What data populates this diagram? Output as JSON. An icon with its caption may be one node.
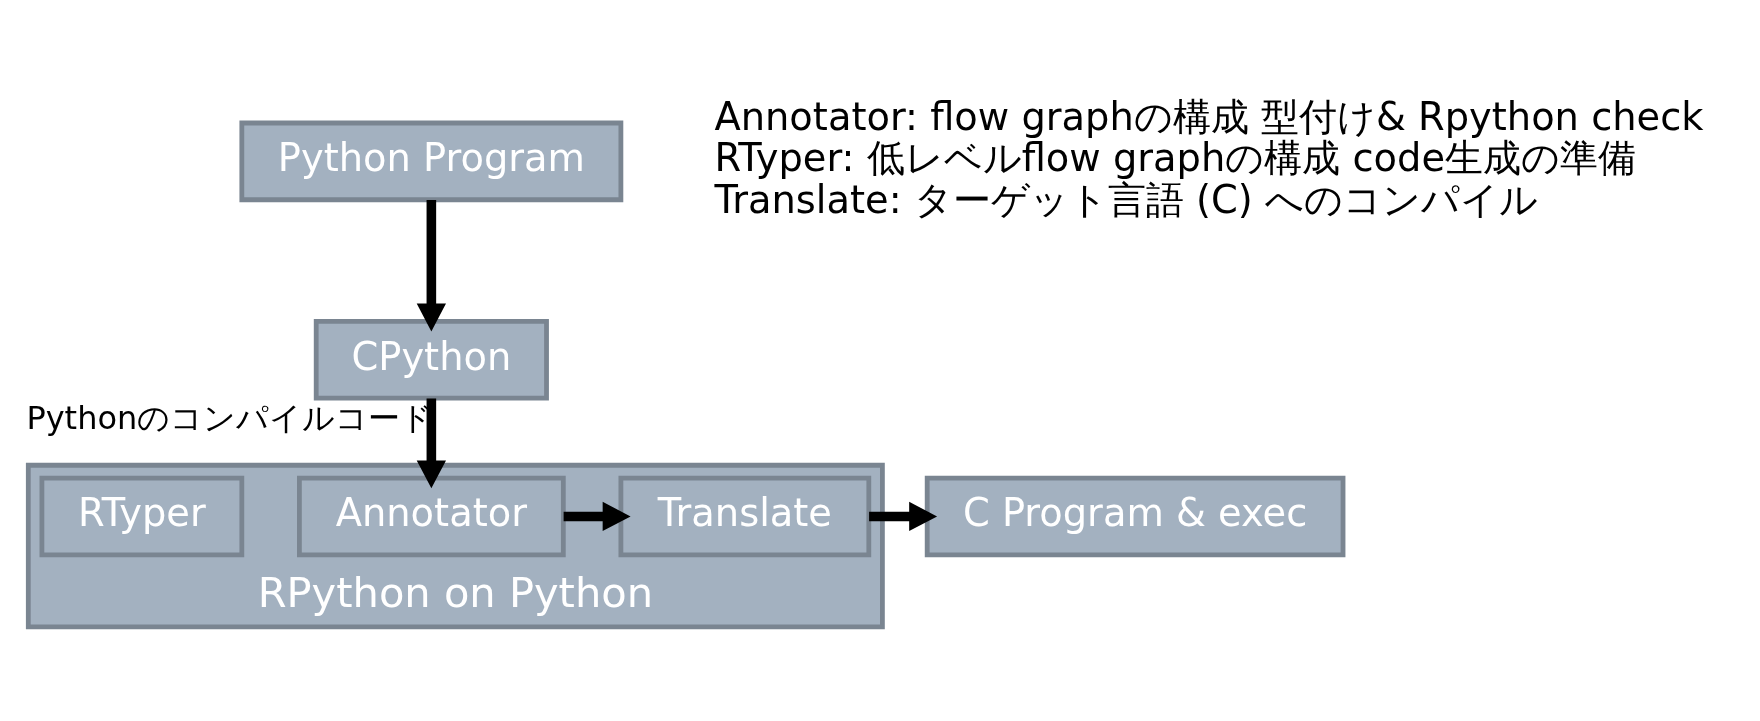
{
  "diagram": {
    "nodes": [
      {
        "text": [
          "Python Program"
        ]
      },
      {
        "text": [
          "CPython"
        ]
      },
      {
        "text": [
          "RPython on Python"
        ]
      },
      {
        "text": [
          "Annotator"
        ],
        "in": 2
      },
      {
        "text": [
          "RTyper"
        ],
        "in": 2
      },
      {
        "text": [
          "Translate"
        ],
        "in": 2
      },
      {
        "text": [
          "C Program & exec"
        ]
      }
    ],
    "edges": [
      {
        "from": 0,
        "to": 1,
        "arrow": "to"
      },
      {
        "from": 1,
        "to": 3,
        "arrow": "to",
        "label": "Pythonのコンパイルコード"
      },
      {
        "from": 3,
        "to": 5,
        "arrow": "to"
      },
      {
        "from": 5,
        "to": 6,
        "arrow": "to"
      }
    ],
    "labels": [
      "Annotator: flow graphの構成 型付け& Rpython check",
      "RTyper: 低レベルflow graphの構成 code生成の準備",
      "Translate: ターゲット言語 (C) へのコンパイル"
    ]
  }
}
